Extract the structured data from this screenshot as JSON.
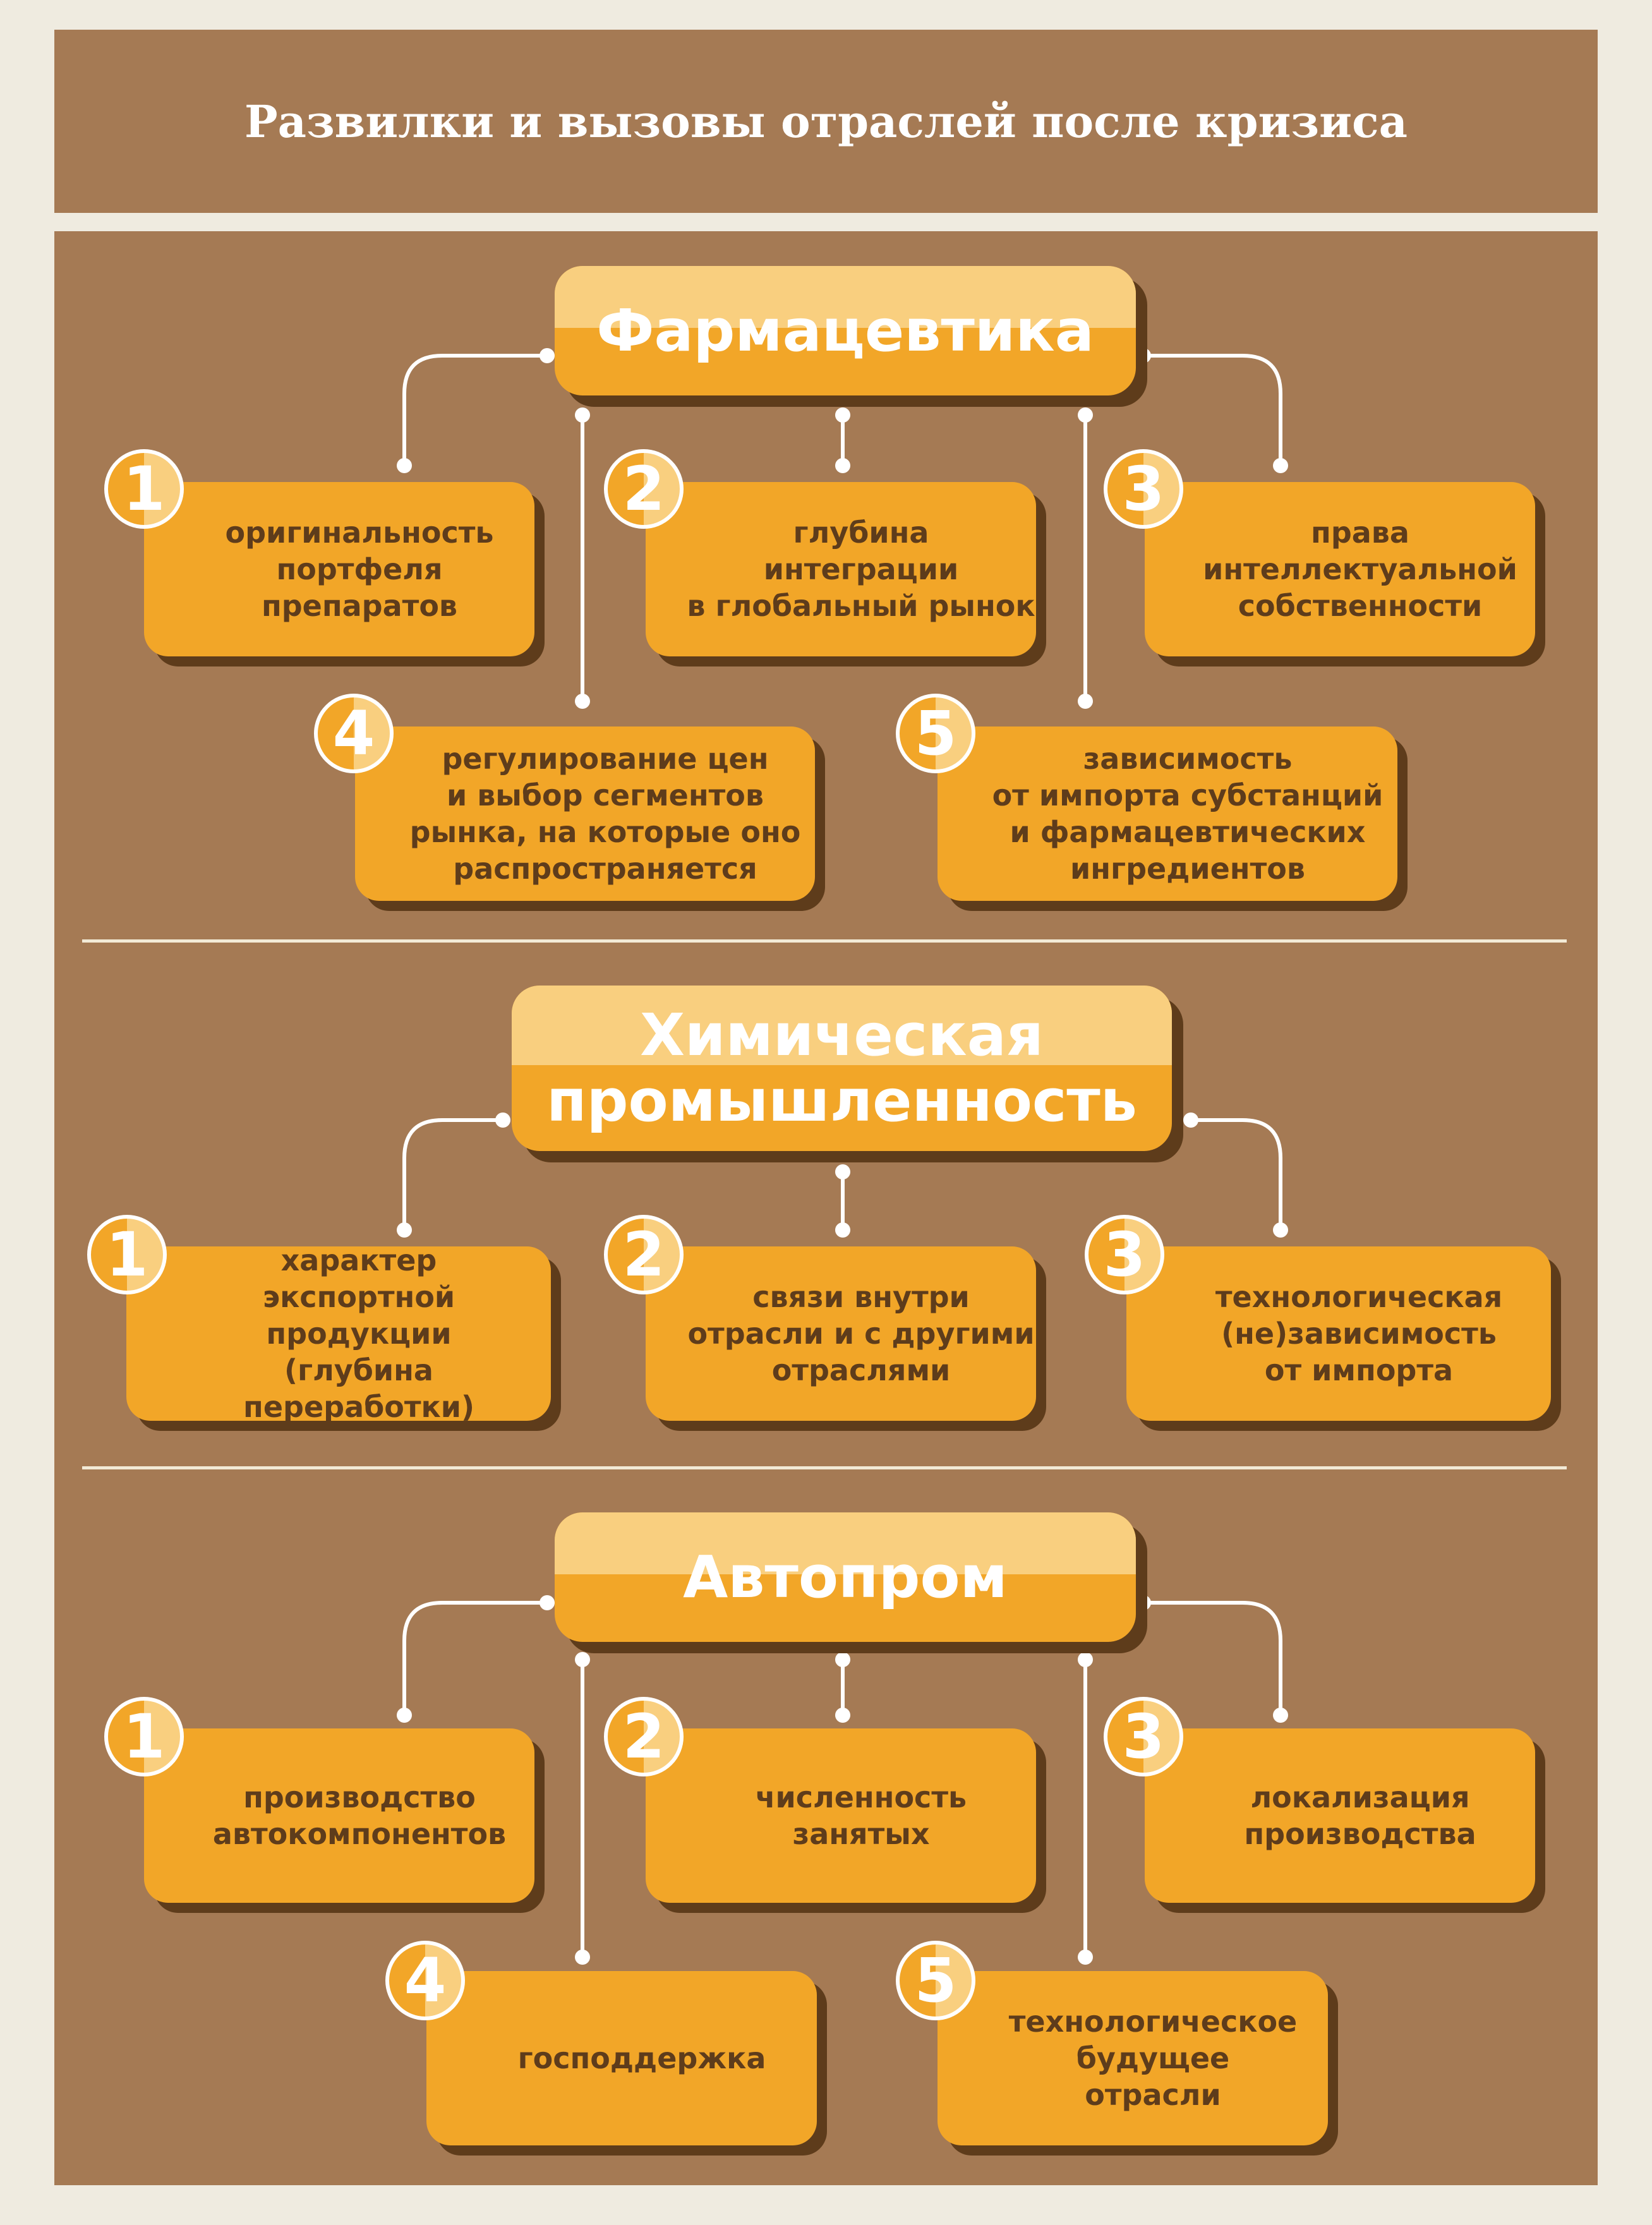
{
  "title": "Развилки и вызовы отраслей после кризиса",
  "colors": {
    "panel": "#a57a54",
    "page_background": "#efebe0",
    "box": "#f2a628",
    "box_highlight": "#f9cf7f",
    "box_text": "#5e3c1b",
    "shadow": "#5e3c1b",
    "line": "#ffffff"
  },
  "sections": [
    {
      "heading": "Фармацевтика",
      "items": [
        {
          "num": "1",
          "text": "оригинальность\nпортфеля\nпрепаратов"
        },
        {
          "num": "2",
          "text": "глубина\nинтеграции\nв глобальный рынок"
        },
        {
          "num": "3",
          "text": "права\nинтеллектуальной\nсобственности"
        },
        {
          "num": "4",
          "text": "регулирование цен\nи выбор сегментов\nрынка, на которые оно\nраспространяется"
        },
        {
          "num": "5",
          "text": "зависимость\nот импорта субстанций\nи фармацевтических\nингредиентов"
        }
      ]
    },
    {
      "heading": "Химическая\nпромышленность",
      "items": [
        {
          "num": "1",
          "text": "характер\nэкспортной продукции\n(глубина переработки)"
        },
        {
          "num": "2",
          "text": "связи внутри\nотрасли и с другими\nотраслями"
        },
        {
          "num": "3",
          "text": "технологическая\n(не)зависимость\nот импорта"
        }
      ]
    },
    {
      "heading": "Автопром",
      "items": [
        {
          "num": "1",
          "text": "производство\nавтокомпонентов"
        },
        {
          "num": "2",
          "text": "численность\nзанятых"
        },
        {
          "num": "3",
          "text": "локализация\nпроизводства"
        },
        {
          "num": "4",
          "text": "господдержка"
        },
        {
          "num": "5",
          "text": "технологическое\nбудущее\nотрасли"
        }
      ]
    }
  ]
}
